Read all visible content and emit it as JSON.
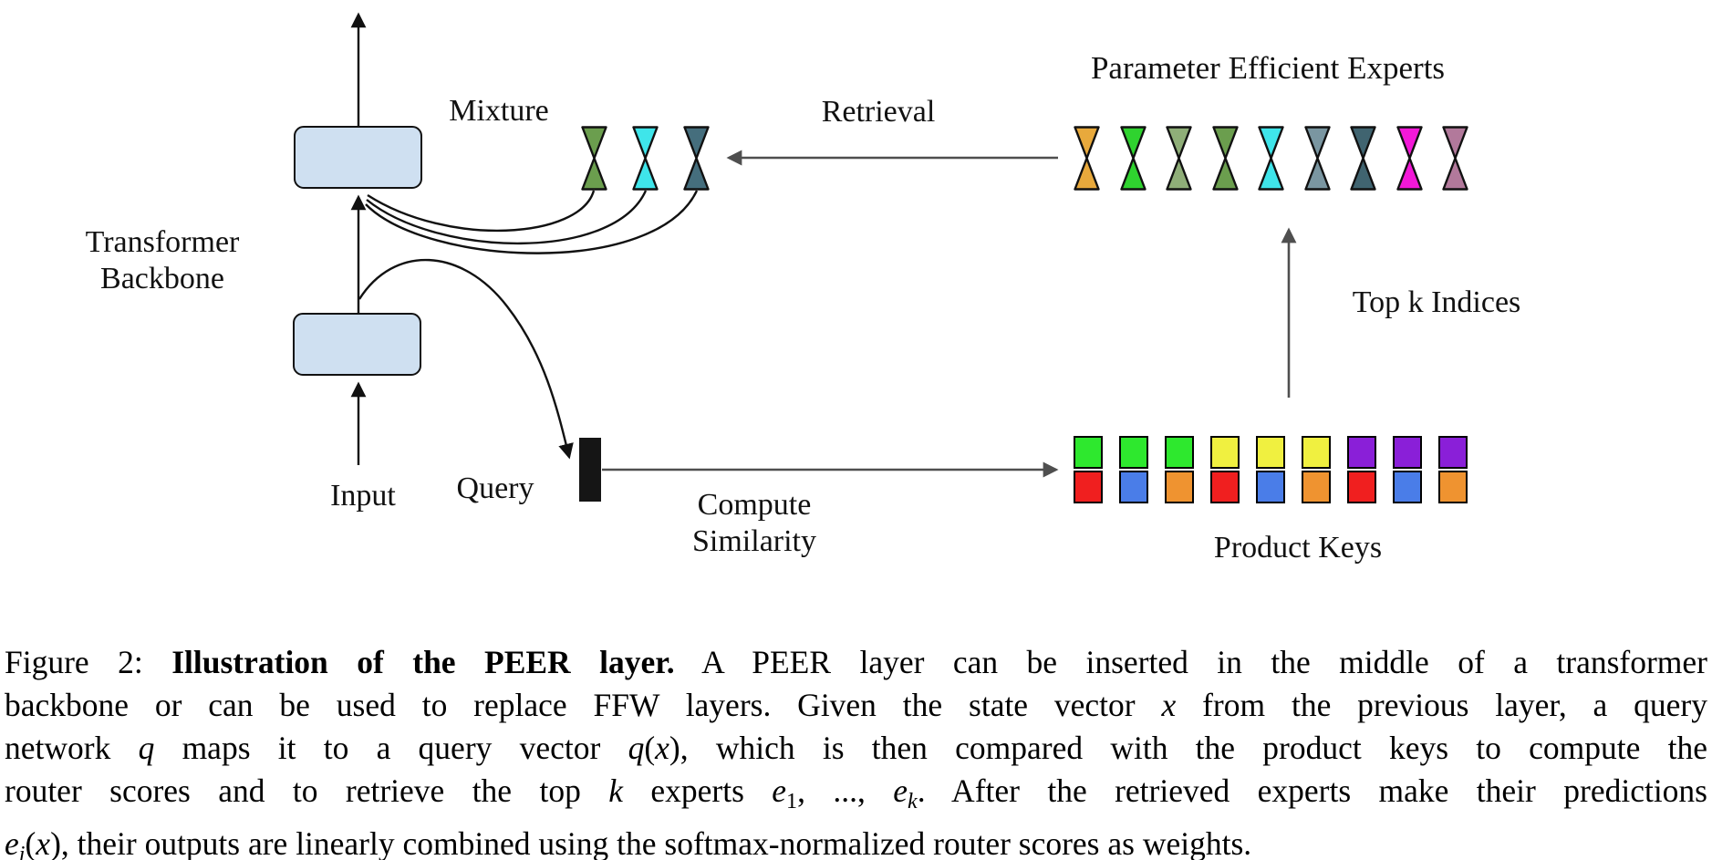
{
  "diagram": {
    "labels": {
      "mixture": "Mixture",
      "retrieval": "Retrieval",
      "experts_title": "Parameter Efficient Experts",
      "transformer_line1": "Transformer",
      "transformer_line2": "Backbone",
      "top_k": "Top k Indices",
      "input": "Input",
      "query": "Query",
      "compute_line1": "Compute",
      "compute_line2": "Similarity",
      "product_keys": "Product Keys"
    },
    "backbone_box_fill": "#cfe0f1",
    "query_rect_color": "#151515",
    "line_black": "#111111",
    "arrow_gray": "#4f4f4f",
    "mixture": {
      "colors": [
        "#6b9e4e",
        "#3fe5ea",
        "#456e7d"
      ]
    },
    "experts": {
      "colors": [
        "#e8a93c",
        "#2fd32f",
        "#8fae78",
        "#6b9e4e",
        "#3fe5ea",
        "#7a96a1",
        "#406470",
        "#f318d8",
        "#b2799b"
      ]
    },
    "product_keys": {
      "columns": [
        {
          "top": "#2ee82e",
          "bottom": "#f01f1f"
        },
        {
          "top": "#2ee82e",
          "bottom": "#4a7de8"
        },
        {
          "top": "#2ee82e",
          "bottom": "#ef9330"
        },
        {
          "top": "#f0f040",
          "bottom": "#f01f1f"
        },
        {
          "top": "#f0f040",
          "bottom": "#4a7de8"
        },
        {
          "top": "#f0f040",
          "bottom": "#ef9330"
        },
        {
          "top": "#8a1fd8",
          "bottom": "#f01f1f"
        },
        {
          "top": "#8a1fd8",
          "bottom": "#4a7de8"
        },
        {
          "top": "#8a1fd8",
          "bottom": "#ef9330"
        }
      ]
    }
  },
  "caption": {
    "lines": [
      {
        "justify": true,
        "segments": [
          {
            "t": "Figure 2: ",
            "s": ""
          },
          {
            "t": "Illustration of the PEER layer.",
            "s": "b"
          },
          {
            "t": " A PEER layer can be inserted in the middle of a transformer",
            "s": ""
          }
        ]
      },
      {
        "justify": true,
        "segments": [
          {
            "t": "backbone or can be used to replace FFW layers. Given the state vector ",
            "s": ""
          },
          {
            "t": "x",
            "s": "i"
          },
          {
            "t": " from the previous layer, a query",
            "s": ""
          }
        ]
      },
      {
        "justify": true,
        "segments": [
          {
            "t": "network ",
            "s": ""
          },
          {
            "t": "q",
            "s": "i"
          },
          {
            "t": " maps it to a query vector ",
            "s": ""
          },
          {
            "t": "q",
            "s": "i"
          },
          {
            "t": "(",
            "s": ""
          },
          {
            "t": "x",
            "s": "i"
          },
          {
            "t": "), which is then compared with the product keys to compute the",
            "s": ""
          }
        ]
      },
      {
        "justify": true,
        "segments": [
          {
            "t": "router scores and to retrieve the top ",
            "s": ""
          },
          {
            "t": "k",
            "s": "i"
          },
          {
            "t": " experts ",
            "s": ""
          },
          {
            "t": "e",
            "s": "i"
          },
          {
            "t": "1",
            "s": "sub"
          },
          {
            "t": ", ..., ",
            "s": ""
          },
          {
            "t": "e",
            "s": "i"
          },
          {
            "t": "k",
            "s": "subi"
          },
          {
            "t": ". After the retrieved experts make their predictions",
            "s": ""
          }
        ]
      },
      {
        "justify": false,
        "segments": [
          {
            "t": "e",
            "s": "i"
          },
          {
            "t": "i",
            "s": "subi"
          },
          {
            "t": "(",
            "s": ""
          },
          {
            "t": "x",
            "s": "i"
          },
          {
            "t": "), their outputs are linearly combined using the softmax-normalized router scores as weights.",
            "s": ""
          }
        ]
      }
    ]
  }
}
